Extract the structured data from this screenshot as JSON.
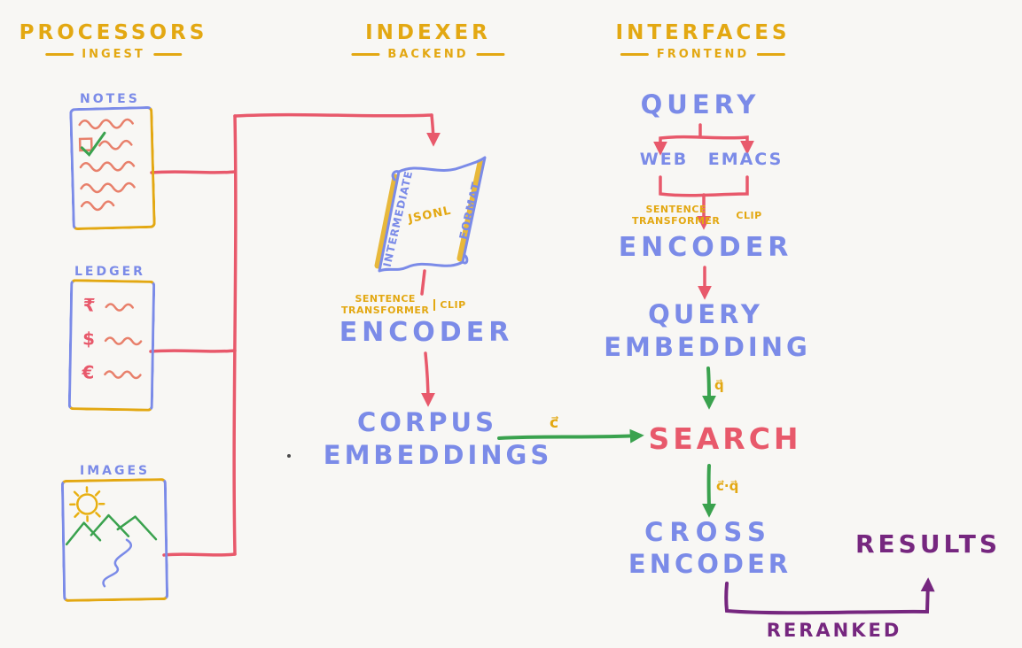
{
  "background": "#f8f7f4",
  "palette": {
    "gold": "#e3a812",
    "blue": "#7b8be8",
    "red": "#e8596b",
    "salmon": "#e8806b",
    "green": "#3aa24e",
    "purple": "#76277f"
  },
  "headers": {
    "processors": {
      "title": "PROCESSORS",
      "subtitle": "INGEST"
    },
    "indexer": {
      "title": "INDEXER",
      "subtitle": "BACKEND"
    },
    "interfaces": {
      "title": "INTERFACES",
      "subtitle": "FRONTEND"
    }
  },
  "sources": {
    "notes": {
      "label": "NOTES"
    },
    "ledger": {
      "label": "LEDGER",
      "currencies": [
        "₹",
        "$",
        "€"
      ]
    },
    "images": {
      "label": "IMAGES"
    }
  },
  "indexer": {
    "scroll": {
      "left": "INTERMEDIATE",
      "center": "JSONL",
      "right": "FORMAT"
    },
    "encoder_model_line1": "SENTENCE",
    "encoder_model_line2": "TRANSFORMER",
    "encoder_model_alt": "CLIP",
    "encoder": "ENCODER",
    "corpus_line1": "CORPUS",
    "corpus_line2": "EMBEDDINGS"
  },
  "frontend": {
    "query": "QUERY",
    "web": "WEB",
    "emacs": "EMACS",
    "encoder_model_line1": "SENTENCE",
    "encoder_model_line2": "TRANSFORMER",
    "encoder_model_alt": "CLIP",
    "encoder": "ENCODER",
    "query_embedding_line1": "QUERY",
    "query_embedding_line2": "EMBEDDING",
    "search": "SEARCH",
    "cross_encoder_line1": "CROSS",
    "cross_encoder_line2": "ENCODER",
    "results": "RESULTS",
    "reranked": "RERANKED"
  },
  "edge_labels": {
    "corpus_vector": "c⃗",
    "query_vector": "q⃗",
    "similarity": "c⃗·q⃗"
  }
}
